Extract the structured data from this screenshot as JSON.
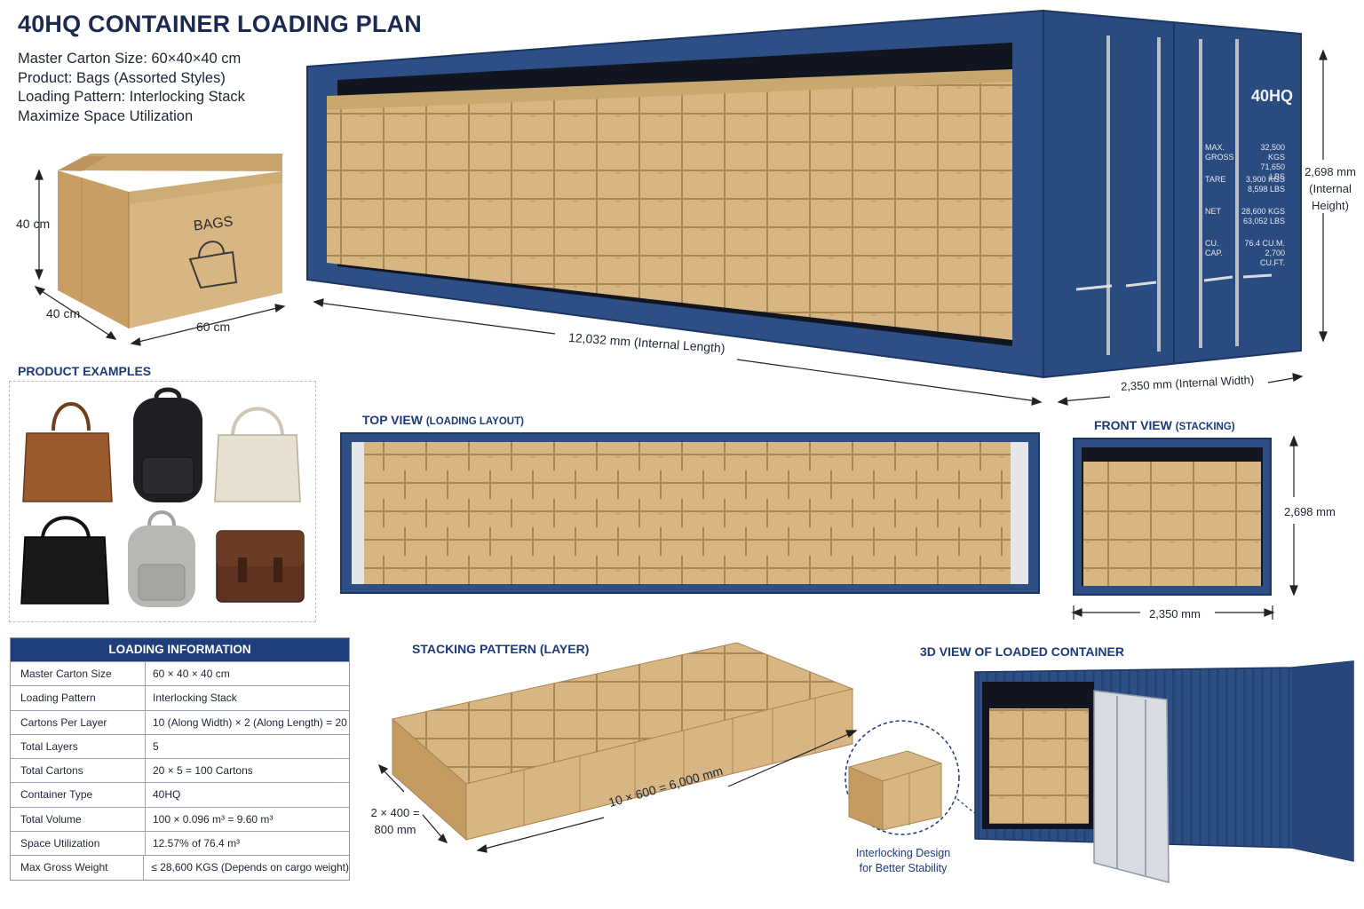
{
  "title": "40HQ CONTAINER LOADING PLAN",
  "specs": [
    "Master Carton Size: 60×40×40 cm",
    "Product: Bags (Assorted Styles)",
    "Loading Pattern: Interlocking Stack",
    "Maximize Space Utilization"
  ],
  "carton": {
    "label": "BAGS",
    "height_label": "40 cm",
    "depth_label": "40 cm",
    "width_label": "60 cm",
    "icon": "handbag-icon"
  },
  "container": {
    "code": "40HQ",
    "plate": [
      {
        "label": "MAX. GROSS",
        "v1": "32,500 KGS",
        "v2": "71,650 LBS"
      },
      {
        "label": "TARE",
        "v1": "3,900 KGS",
        "v2": "8,598 LBS"
      },
      {
        "label": "NET",
        "v1": "28,600 KGS",
        "v2": "63,052 LBS"
      },
      {
        "label": "CU. CAP.",
        "v1": "76.4 CU.M.",
        "v2": "2,700 CU.FT."
      }
    ],
    "length_label": "12,032 mm (Internal Length)",
    "width_label": "2,350 mm (Internal Width)",
    "height_label": [
      "2,698 mm",
      "(Internal",
      "Height)"
    ],
    "color": "#2d4f86"
  },
  "product_examples": {
    "heading": "PRODUCT EXAMPLES",
    "items": [
      "tote-bag-brown-icon",
      "backpack-black-icon",
      "handbag-cream-icon",
      "handbag-black-icon",
      "backpack-grey-icon",
      "satchel-brown-icon"
    ]
  },
  "top_view": {
    "heading": "TOP VIEW",
    "sub": "(LOADING LAYOUT)"
  },
  "front_view": {
    "heading": "FRONT VIEW",
    "sub": "(STACKING)",
    "height_label": "2,698 mm",
    "width_label": "2,350 mm"
  },
  "loading_info": {
    "heading": "LOADING INFORMATION",
    "rows": [
      {
        "k": "Master Carton Size",
        "v": "60 × 40 × 40 cm"
      },
      {
        "k": "Loading Pattern",
        "v": "Interlocking Stack"
      },
      {
        "k": "Cartons Per Layer",
        "v": "10 (Along Width) × 2 (Along Length) = 20"
      },
      {
        "k": "Total Layers",
        "v": "5"
      },
      {
        "k": "Total Cartons",
        "v": "20 × 5 = 100 Cartons"
      },
      {
        "k": "Container Type",
        "v": "40HQ"
      },
      {
        "k": "Total Volume",
        "v": "100 × 0.096 m³ = 9.60 m³"
      },
      {
        "k": "Space Utilization",
        "v": "12.57% of 76.4 m³"
      },
      {
        "k": "Max Gross Weight",
        "v": "≤ 28,600 KGS (Depends on cargo weight)"
      }
    ]
  },
  "stacking_pattern": {
    "heading": "STACKING PATTERN (LAYER)",
    "length_label": "10 × 600 = 6,000 mm",
    "width_label": [
      "2 × 400 =",
      "800 mm"
    ]
  },
  "three_d_view": {
    "heading": "3D VIEW OF LOADED CONTAINER",
    "note": [
      "Interlocking Design",
      "for Better Stability"
    ]
  },
  "colors": {
    "container_blue": "#2d4f86",
    "carton_tan": "#d8b683",
    "heading_blue": "#1b3a78",
    "table_header": "#1f3f7c"
  }
}
